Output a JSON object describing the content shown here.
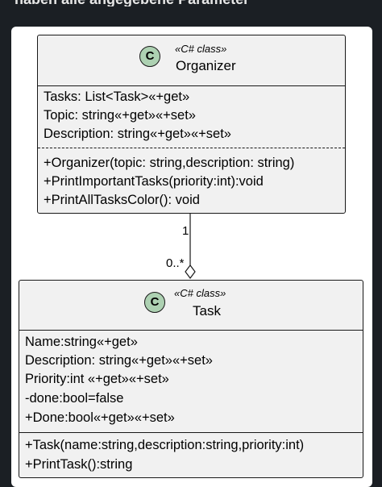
{
  "header_text": "haben alle angegebene Parameter",
  "organizer": {
    "badge": "C",
    "stereotype": "«C# class»",
    "name": "Organizer",
    "fields": [
      "Tasks: List<Task>«+get»",
      "Topic: string«+get»«+set»",
      "Description: string«+get»«+set»"
    ],
    "methods": [
      "+Organizer(topic: string,description: string)",
      "+PrintImportantTasks(priority:int):void",
      "+PrintAllTasksColor(): void"
    ]
  },
  "association": {
    "source_multiplicity": "1",
    "target_multiplicity": "0..*"
  },
  "task": {
    "badge": "C",
    "stereotype": "«C# class»",
    "name": "Task",
    "fields": [
      "Name:string«+get»",
      "Description: string«+get»«+set»",
      "Priority:int «+get»«+set»",
      "-done:bool=false",
      "+Done:bool«+get»«+set»"
    ],
    "methods": [
      "+Task(name:string,description:string,priority:int)",
      "+PrintTask():string"
    ]
  },
  "colors": {
    "background": "#1b1f24",
    "panel": "#ffffff",
    "class_fill": "#f1f1f1",
    "badge_fill": "#add1b2",
    "stroke": "#181818"
  }
}
